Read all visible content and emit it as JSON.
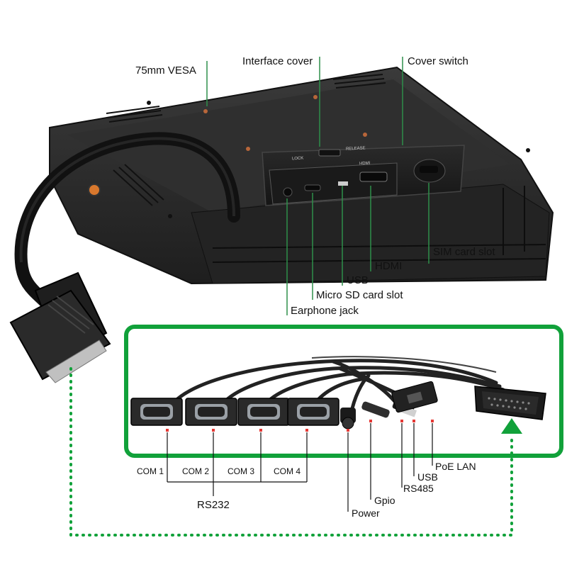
{
  "top_callouts": {
    "vesa": "75mm VESA",
    "interface_cover": "Interface cover",
    "cover_switch": "Cover switch",
    "sim_card_slot": "SIM card slot",
    "hdmi": "HDMI",
    "usb": "USB",
    "micro_sd": "Micro SD card slot",
    "earphone_jack": "Earphone jack"
  },
  "panel_printed_text": {
    "lock": "LOCK",
    "release": "RELEASE",
    "hdmi": "HDMI"
  },
  "cable_callouts": {
    "com1": "COM 1",
    "com2": "COM 2",
    "com3": "COM 3",
    "com4": "COM 4",
    "rs232": "RS232",
    "power": "Power",
    "gpio": "Gpio",
    "rs485": "RS485",
    "usb": "USB",
    "poe_lan": "PoE LAN"
  },
  "colors": {
    "accent_green": "#11a13a",
    "device_body": "#2b2b2b",
    "marker_red": "#e53935"
  }
}
